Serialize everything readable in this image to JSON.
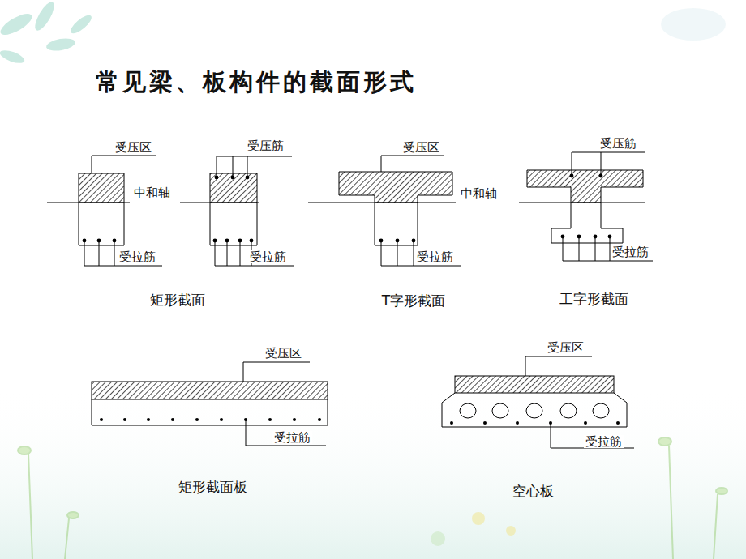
{
  "diagram": {
    "title": "常见梁、板构件的截面形式",
    "labels": [
      "受压区",
      "中和轴",
      "受拉筋",
      "受压筋",
      "受拉筋",
      "矩形截面",
      "受压区",
      "中和轴",
      "受拉筋",
      "T字形截面",
      "受压筋",
      "受拉筋",
      "工字形截面",
      "受压区",
      "受拉筋",
      "矩形截面板",
      "受压区",
      "受拉筋",
      "空心板"
    ]
  }
}
